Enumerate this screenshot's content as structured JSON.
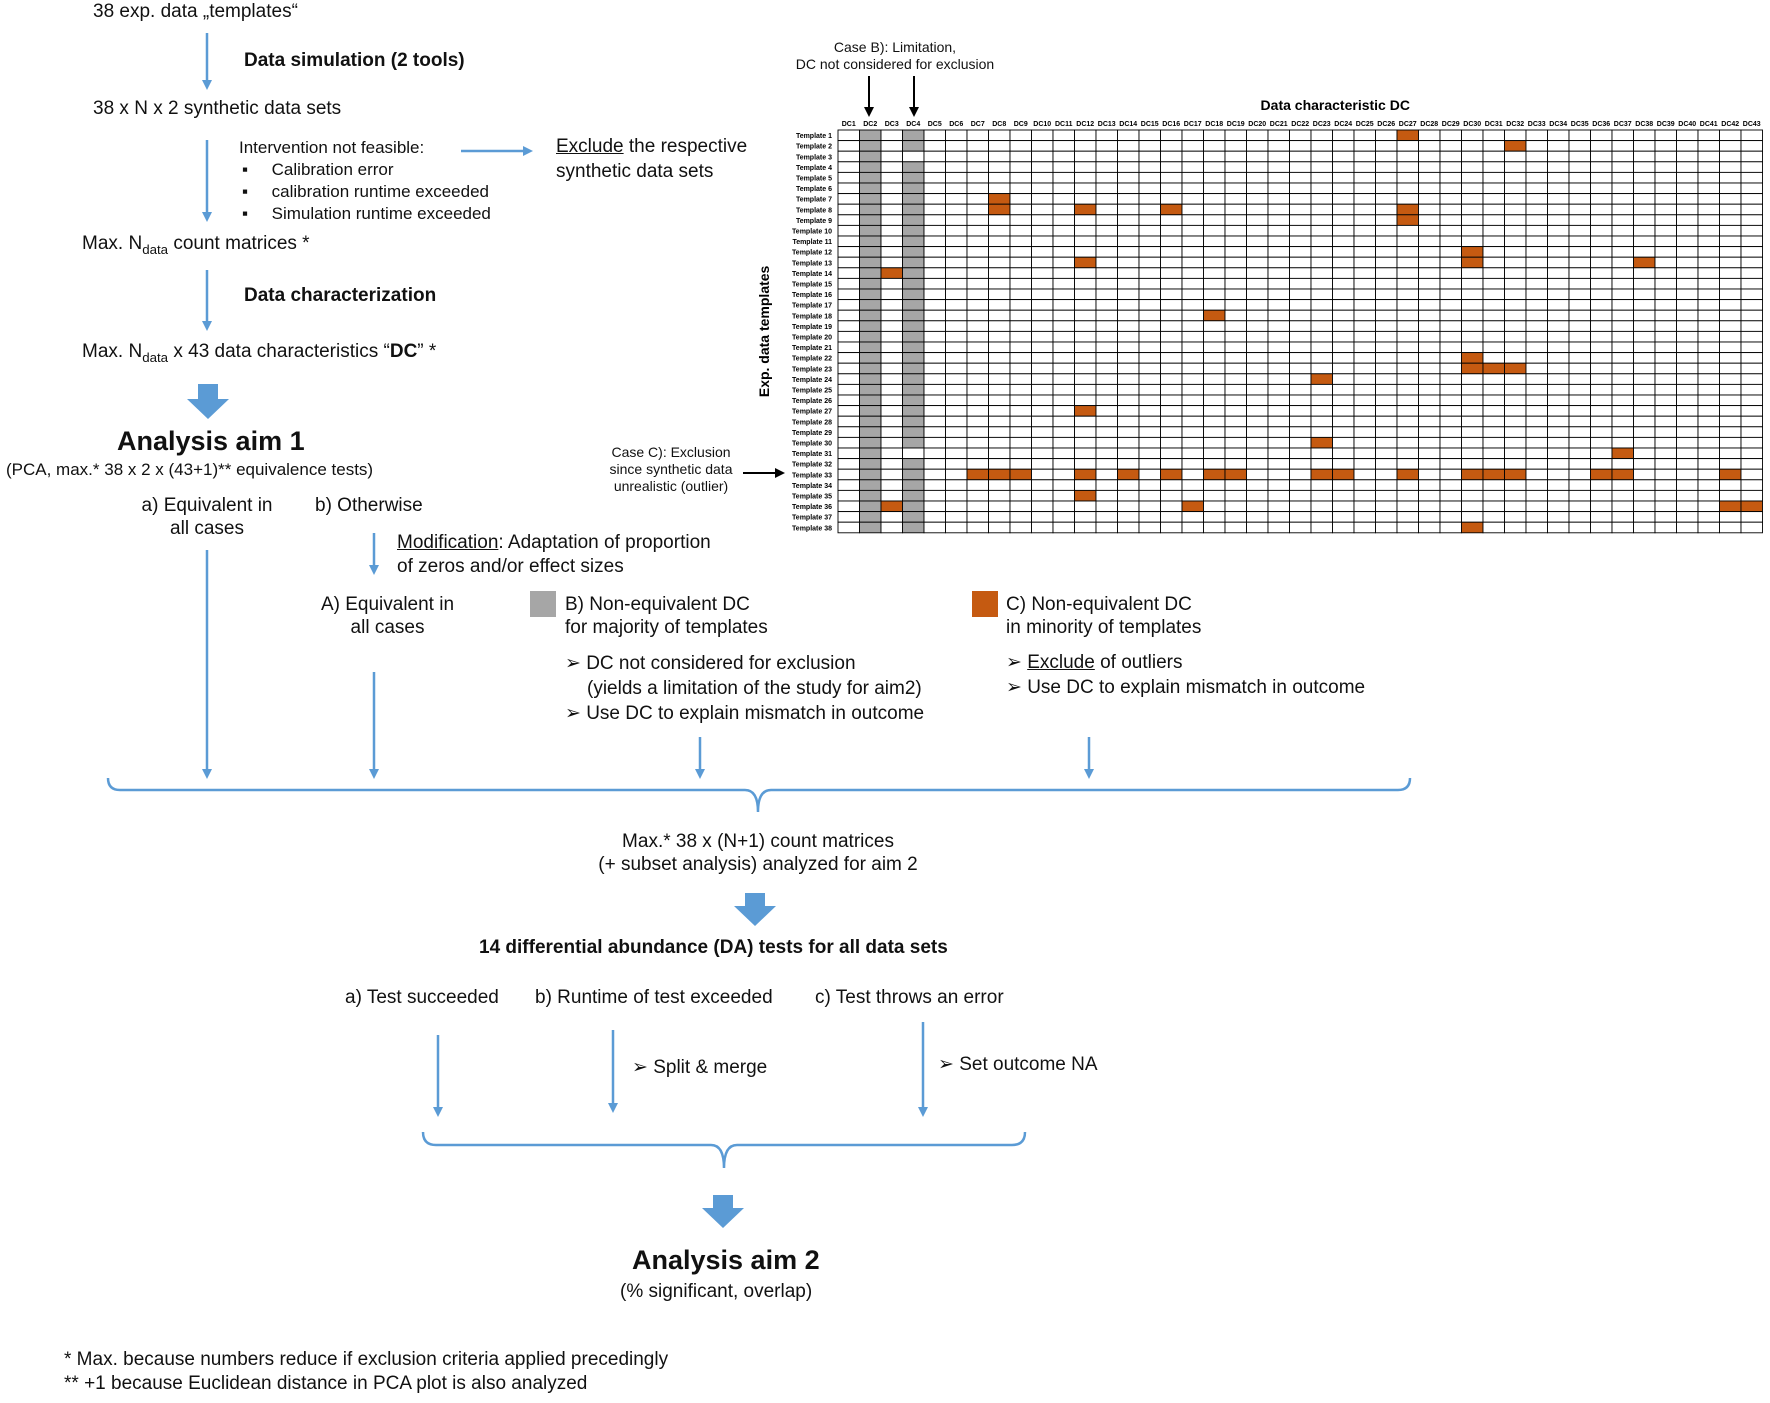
{
  "flow": {
    "top_label": "38 exp. data „templates“",
    "simulation_label": "Data simulation (2 tools)",
    "synthetic_sets": "38 x N x 2 synthetic data sets",
    "infeasible_title": "Intervention not feasible:",
    "infeasible_items": [
      "Calibration error",
      "calibration runtime exceeded",
      "Simulation runtime exceeded"
    ],
    "exclude_word": "Exclude",
    "exclude_rest_1": " the respective",
    "exclude_rest_2": "synthetic data sets",
    "count_matrices_pre": "Max. N",
    "count_matrices_sub": "data",
    "count_matrices_post": " count matrices *",
    "characterization_label": "Data characterization",
    "dc_pre": "Max. N",
    "dc_sub": "data",
    "dc_mid": " x 43 data characteristics “",
    "dc_bold": "DC",
    "dc_post": "” *",
    "aim1_title": "Analysis aim 1",
    "aim1_sub": "(PCA, max.* 38 x 2 x (43+1)** equivalence tests)",
    "equiv_a_1": "a) Equivalent in",
    "equiv_a_2": "all cases",
    "otherwise": "b) Otherwise",
    "modification_word": "Modification",
    "modification_rest_1": ": Adaptation of proportion",
    "modification_rest_2": "of zeros and/or effect sizes",
    "equiv_A_1": "A) Equivalent in",
    "equiv_A_2": "all cases",
    "B_1": "B) Non-equivalent DC",
    "B_2": "for majority of templates",
    "B_bullet_1a": "DC not considered for exclusion",
    "B_bullet_1b": "(yields a limitation of the study for aim2)",
    "B_bullet_2": "Use DC to explain mismatch in outcome",
    "C_1": "C) Non-equivalent DC",
    "C_2": "in minority of templates",
    "C_bullet_1_word": "Exclude",
    "C_bullet_1_rest": " of outliers",
    "C_bullet_2": "Use DC to explain mismatch in outcome",
    "merged_1": "Max.* 38 x (N+1) count matrices",
    "merged_2": "(+ subset analysis) analyzed for aim 2",
    "da_tests": "14 differential abundance (DA) tests for all data sets",
    "test_a": "a) Test succeeded",
    "test_b": "b) Runtime of test exceeded",
    "test_c": "c) Test throws an error",
    "split_merge": "Split & merge",
    "set_na": "Set outcome NA",
    "aim2_title": "Analysis aim 2",
    "aim2_sub": "(% significant, overlap)",
    "footnote_1": "*  Max. because numbers reduce if exclusion criteria applied precedingly",
    "footnote_2": "** +1 because Euclidean distance in PCA plot is also analyzed"
  },
  "matrix": {
    "title": "Data characteristic DC",
    "ylabel": "Exp. data templates",
    "case_b_1": "Case B): Limitation,",
    "case_b_2": "DC not considered for exclusion",
    "case_c_1": "Case C): Exclusion",
    "case_c_2": "since synthetic data",
    "case_c_3": "unrealistic (outlier)",
    "columns": [
      "DC1",
      "DC2",
      "DC3",
      "DC4",
      "DC5",
      "DC6",
      "DC7",
      "DC8",
      "DC9",
      "DC10",
      "DC11",
      "DC12",
      "DC13",
      "DC14",
      "DC15",
      "DC16",
      "DC17",
      "DC18",
      "DC19",
      "DC20",
      "DC21",
      "DC22",
      "DC23",
      "DC24",
      "DC25",
      "DC26",
      "DC27",
      "DC28",
      "DC29",
      "DC30",
      "DC31",
      "DC32",
      "DC33",
      "DC34",
      "DC35",
      "DC36",
      "DC37",
      "DC38",
      "DC39",
      "DC40",
      "DC41",
      "DC42",
      "DC43"
    ],
    "rows": [
      "Template 1",
      "Template 2",
      "Template 3",
      "Template 4",
      "Template 5",
      "Template 6",
      "Template 7",
      "Template 8",
      "Template 9",
      "Template 10",
      "Template 11",
      "Template 12",
      "Template 13",
      "Template 14",
      "Template 15",
      "Template 16",
      "Template 17",
      "Template 18",
      "Template 19",
      "Template 20",
      "Template 21",
      "Template 22",
      "Template 23",
      "Template 24",
      "Template 25",
      "Template 26",
      "Template 27",
      "Template 28",
      "Template 29",
      "Template 30",
      "Template 31",
      "Template 32",
      "Template 33",
      "Template 34",
      "Template 35",
      "Template 36",
      "Template 37",
      "Template 38"
    ],
    "gray_columns": [
      "DC2",
      "DC4"
    ],
    "gray_exceptions": [
      [
        "Template 3",
        "DC4"
      ],
      [
        "Template 31",
        "DC4"
      ]
    ],
    "orange_cells": [
      [
        "Template 1",
        "DC27"
      ],
      [
        "Template 2",
        "DC32"
      ],
      [
        "Template 7",
        "DC8"
      ],
      [
        "Template 8",
        "DC8"
      ],
      [
        "Template 8",
        "DC12"
      ],
      [
        "Template 8",
        "DC16"
      ],
      [
        "Template 8",
        "DC27"
      ],
      [
        "Template 9",
        "DC27"
      ],
      [
        "Template 12",
        "DC30"
      ],
      [
        "Template 13",
        "DC12"
      ],
      [
        "Template 13",
        "DC30"
      ],
      [
        "Template 13",
        "DC38"
      ],
      [
        "Template 14",
        "DC3"
      ],
      [
        "Template 18",
        "DC18"
      ],
      [
        "Template 22",
        "DC30"
      ],
      [
        "Template 23",
        "DC30"
      ],
      [
        "Template 23",
        "DC31"
      ],
      [
        "Template 23",
        "DC32"
      ],
      [
        "Template 24",
        "DC23"
      ],
      [
        "Template 27",
        "DC12"
      ],
      [
        "Template 30",
        "DC23"
      ],
      [
        "Template 31",
        "DC37"
      ],
      [
        "Template 33",
        "DC7"
      ],
      [
        "Template 33",
        "DC8"
      ],
      [
        "Template 33",
        "DC9"
      ],
      [
        "Template 33",
        "DC12"
      ],
      [
        "Template 33",
        "DC14"
      ],
      [
        "Template 33",
        "DC16"
      ],
      [
        "Template 33",
        "DC18"
      ],
      [
        "Template 33",
        "DC19"
      ],
      [
        "Template 33",
        "DC23"
      ],
      [
        "Template 33",
        "DC24"
      ],
      [
        "Template 33",
        "DC27"
      ],
      [
        "Template 33",
        "DC30"
      ],
      [
        "Template 33",
        "DC31"
      ],
      [
        "Template 33",
        "DC32"
      ],
      [
        "Template 33",
        "DC36"
      ],
      [
        "Template 33",
        "DC37"
      ],
      [
        "Template 33",
        "DC42"
      ],
      [
        "Template 35",
        "DC12"
      ],
      [
        "Template 36",
        "DC3"
      ],
      [
        "Template 36",
        "DC17"
      ],
      [
        "Template 36",
        "DC42"
      ],
      [
        "Template 36",
        "DC43"
      ],
      [
        "Template 38",
        "DC30"
      ]
    ]
  },
  "colors": {
    "arrow": "#5b9bd5",
    "gray": "#a6a6a6",
    "orange": "#c55a11",
    "grid": "#000000"
  }
}
